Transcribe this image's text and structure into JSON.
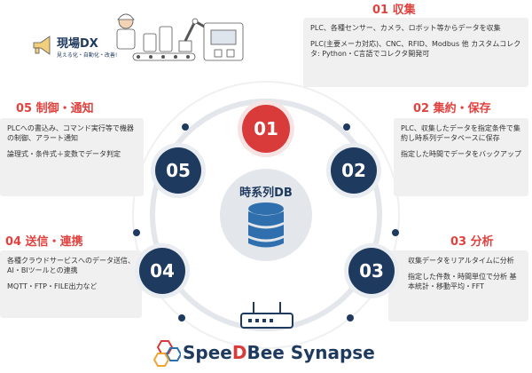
{
  "header": {
    "dx_title": "現場DX",
    "dx_subtitle": "見える化・自動化・改善!"
  },
  "center": {
    "label": "時系列DB"
  },
  "nodes": [
    "01",
    "02",
    "03",
    "04",
    "05"
  ],
  "sections": [
    {
      "title": "01 収集",
      "lines": [
        "PLC、各種センサー、カメラ、ロボット等からデータを収集",
        "PLC(主要メーカ対応)、CNC、RFID、Modbus 他 カスタムコレクタ: Python・C言語でコレクタ開発可"
      ]
    },
    {
      "title": "02 集約・保存",
      "lines": [
        "PLC、収集したデータを指定条件で集約し時系列データベースに保存",
        "指定した時間でデータをバックアップ"
      ]
    },
    {
      "title": "03 分析",
      "lines": [
        "収集データをリアルタイムに分析",
        "指定した件数・時間単位で分析 基本統計・移動平均・FFT"
      ]
    },
    {
      "title": "04 送信・連携",
      "lines": [
        "各種クラウドサービスへのデータ送信、AI・BIツールとの連携",
        "MQTT・FTP・FILE出力など"
      ]
    },
    {
      "title": "05 制御・通知",
      "lines": [
        "PLCへの書込み、コマンド実行等で機器の制御、アラート通知",
        "論理式・条件式＋変数でデータ判定"
      ]
    }
  ],
  "brand": {
    "part1": "Spee",
    "part2": "Bee Synapse"
  },
  "colors": {
    "accent_red": "#e0423f",
    "navy": "#1f3a5f",
    "panel_bg": "#f0f0f0"
  }
}
